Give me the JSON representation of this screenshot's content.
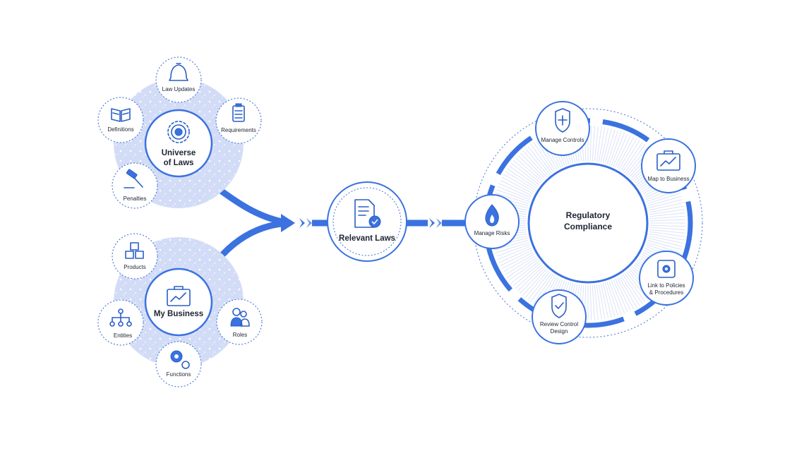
{
  "colors": {
    "accent": "#3b72e0",
    "halo": "#d3dcf7",
    "line": "#2a5fc7"
  },
  "universe": {
    "title_line1": "Universe",
    "title_line2": "of Laws",
    "hub_icon": "atom-icon",
    "items": [
      {
        "label": "Law Updates",
        "icon": "bell-icon"
      },
      {
        "label": "Definitions",
        "icon": "book-icon"
      },
      {
        "label": "Requirements",
        "icon": "checklist-icon"
      },
      {
        "label": "Penalties",
        "icon": "gavel-icon"
      }
    ]
  },
  "business": {
    "title": "My Business",
    "hub_icon": "briefcase-chart-icon",
    "items": [
      {
        "label": "Products",
        "icon": "boxes-icon"
      },
      {
        "label": "Entities",
        "icon": "org-chart-icon"
      },
      {
        "label": "Roles",
        "icon": "people-icon"
      },
      {
        "label": "Functions",
        "icon": "gears-icon"
      }
    ]
  },
  "relevant": {
    "label": "Relevant Laws",
    "icon": "document-check-icon"
  },
  "compliance": {
    "title_line1": "Regulatory",
    "title_line2": "Compliance",
    "items": [
      {
        "label": "Manage Controls",
        "icon": "shield-plus-icon"
      },
      {
        "label": "Map to Business",
        "icon": "briefcase-chart-icon"
      },
      {
        "label_line1": "Link to Policies",
        "label_line2": "& Procedures",
        "icon": "scroll-gear-icon"
      },
      {
        "label_line1": "Review Control",
        "label_line2": "Design",
        "icon": "shield-check-icon"
      },
      {
        "label": "Manage Risks",
        "icon": "flame-icon"
      }
    ]
  }
}
